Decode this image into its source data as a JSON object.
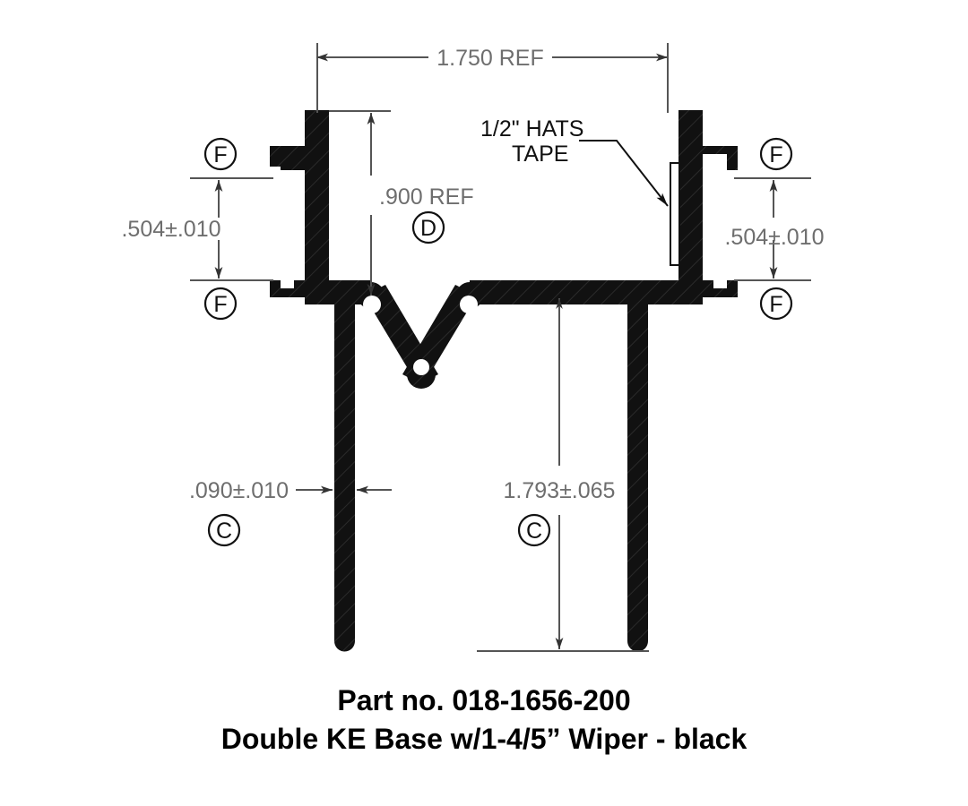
{
  "drawing": {
    "background_color": "#ffffff",
    "profile_color": "#111111",
    "dimension_color": "#6e6e6e",
    "line_color": "#555555",
    "note_color": "#111111"
  },
  "dimensions": {
    "overall_width": {
      "label": "1.750 REF",
      "value": 1.75,
      "type": "reference",
      "orientation": "horizontal"
    },
    "inner_height": {
      "label": ".900 REF",
      "value": 0.9,
      "type": "reference",
      "orientation": "vertical"
    },
    "left_flange_gap": {
      "label": ".504±.010",
      "value": 0.504,
      "tolerance": 0.01,
      "orientation": "vertical"
    },
    "right_flange_gap": {
      "label": ".504±.010",
      "value": 0.504,
      "tolerance": 0.01,
      "orientation": "vertical"
    },
    "wiper_thickness": {
      "label": ".090±.010",
      "value": 0.09,
      "tolerance": 0.01,
      "orientation": "horizontal"
    },
    "wiper_length": {
      "label": "1.793±.065",
      "value": 1.793,
      "tolerance": 0.065,
      "orientation": "vertical"
    }
  },
  "notes": {
    "hats_tape": {
      "line1": "1/2\" HATS",
      "line2": "TAPE"
    }
  },
  "balloons": [
    {
      "id": "balloon-f-top-left",
      "label": "F"
    },
    {
      "id": "balloon-f-bottom-left",
      "label": "F"
    },
    {
      "id": "balloon-f-top-right",
      "label": "F"
    },
    {
      "id": "balloon-f-bottom-right",
      "label": "F"
    },
    {
      "id": "balloon-d-center",
      "label": "D"
    },
    {
      "id": "balloon-c-left",
      "label": "C"
    },
    {
      "id": "balloon-c-right",
      "label": "C"
    }
  ],
  "title": {
    "line1": "Part no. 018-1656-200",
    "line2": "Double KE Base w/1-4/5” Wiper - black"
  }
}
